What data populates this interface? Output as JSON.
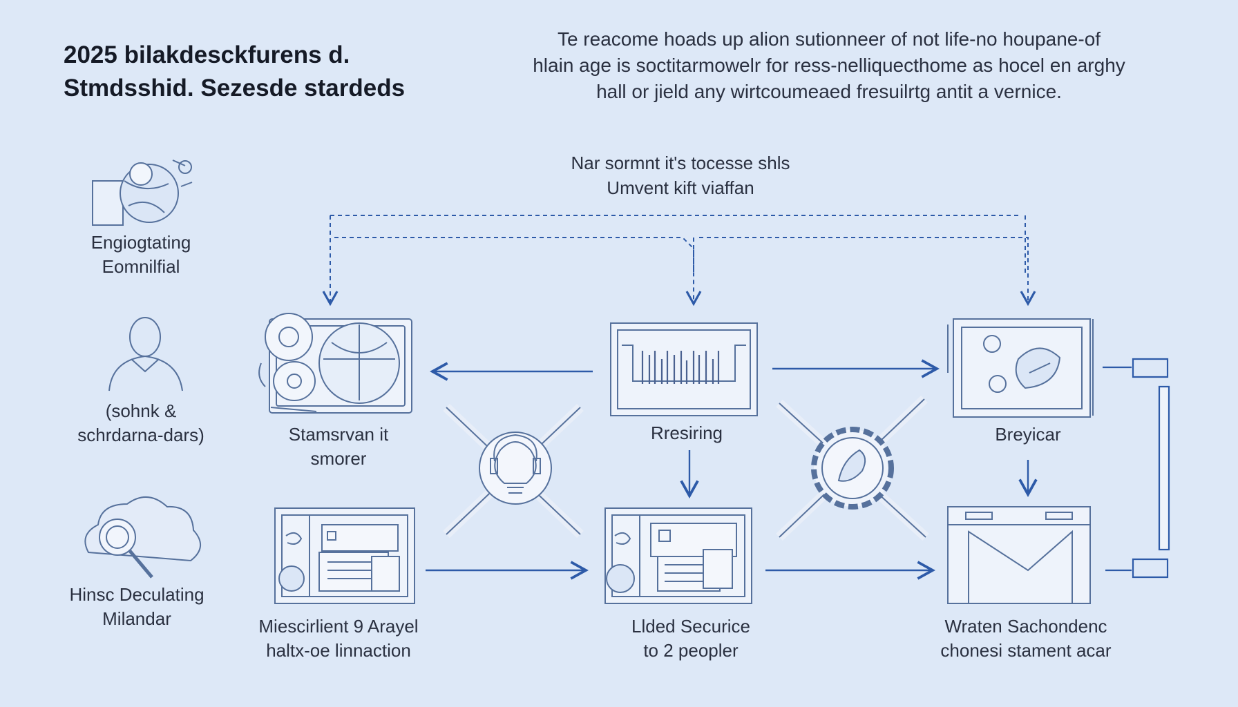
{
  "title": {
    "line1": "2025 bilakdesckfurens d.",
    "line2": "Stmdsshid. Sezesde stardeds"
  },
  "intro": {
    "line1": "Te reacome hoads up alion sutionneer of not life-no houpane-of",
    "line2": "hlain age is soctitarmowelr for ress-nelliquecthome as hocel en arghy",
    "line3": "hall or jield any wirtcoumeaed fresuilrtg antit a vernice."
  },
  "flow_caption": {
    "line1": "Nar sormnt it's tocesse shls",
    "line2": "Umvent kift viaffan"
  },
  "sidebar": {
    "items": [
      {
        "icon": "globe-icon",
        "line1": "Engiogtating",
        "line2": "Eomnilfial"
      },
      {
        "icon": "person-icon",
        "line1": "(sohnk &",
        "line2": "schrdarna-dars)"
      },
      {
        "icon": "magnifier-icon",
        "line1": "Hinsc Deculating",
        "line2": "Milandar"
      }
    ]
  },
  "nodes": {
    "top_left": {
      "icon": "robot-map-icon",
      "line1": "Stamsrvan it",
      "line2": "smorer"
    },
    "top_mid": {
      "icon": "barcode-icon",
      "line1": "Rresiring"
    },
    "top_right": {
      "icon": "machine-icon",
      "line1": "Breyicar"
    },
    "bottom_left": {
      "icon": "document-panel-icon",
      "line1": "Miescirlient 9 Arayel",
      "line2": "haltx-oe linnaction"
    },
    "bottom_mid": {
      "icon": "document-panel-icon",
      "line1": "Llded Securice",
      "line2": "to 2 peopler"
    },
    "bottom_right": {
      "icon": "envelope-icon",
      "line1": "Wraten Sachondenc",
      "line2": "chonesi stament acar"
    }
  },
  "hubs": [
    {
      "icon": "lightbulb-headphones-icon"
    },
    {
      "icon": "gear-hand-icon"
    }
  ],
  "colors": {
    "background": "#dde8f7",
    "line": "#2d5aa8",
    "stroke": "#56719c",
    "fill_light": "#eef3fb"
  }
}
